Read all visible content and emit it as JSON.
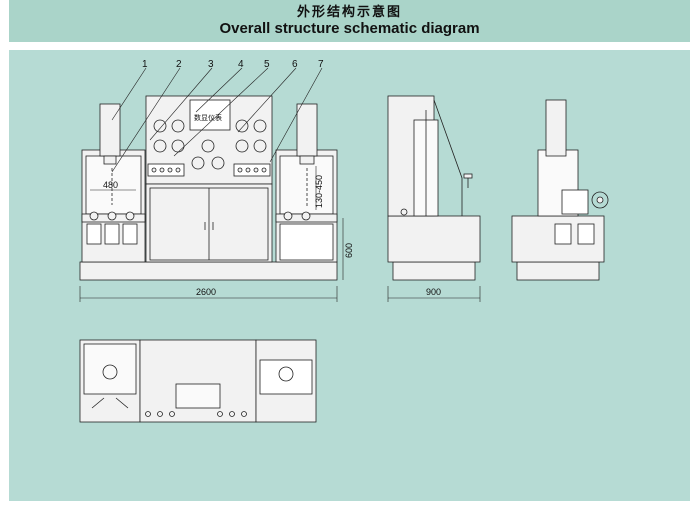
{
  "header": {
    "title_cn": "外形结构示意图",
    "title_en": "Overall structure schematic diagram"
  },
  "callouts": [
    "1",
    "2",
    "3",
    "4",
    "5",
    "6",
    "7"
  ],
  "dimensions": {
    "width_480": "480",
    "stroke_range": "130-450",
    "height_600": "600",
    "total_length": "2600",
    "depth_900": "900"
  },
  "display_label": "数显仪表",
  "colors": {
    "header_bg": "#aad4c9",
    "panel_bg": "#b6dbd4",
    "machine_fill": "#f2f2f2",
    "line": "#222222"
  }
}
